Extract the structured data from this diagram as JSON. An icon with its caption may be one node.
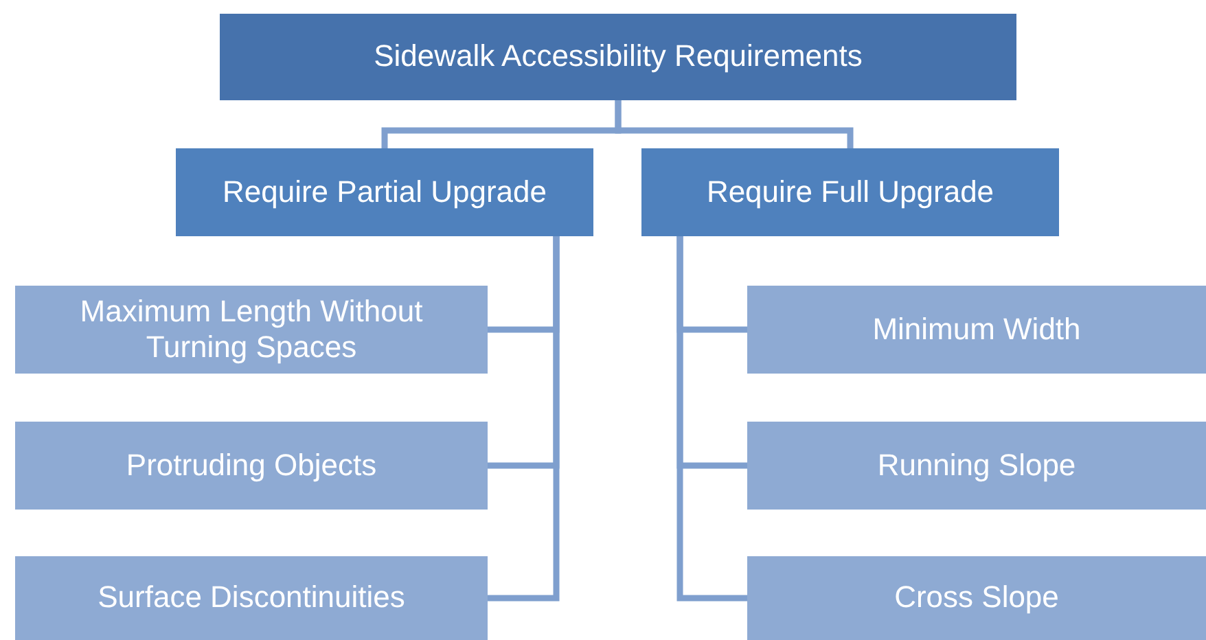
{
  "diagram": {
    "nodes": [
      {
        "text": [
          "Sidewalk Accessibility Requirements"
        ]
      },
      {
        "text": [
          "Require Partial Upgrade"
        ]
      },
      {
        "text": [
          "Require Full Upgrade"
        ]
      },
      {
        "text": [
          "Maximum Length Without Turning Spaces"
        ]
      },
      {
        "text": [
          "Protruding Objects"
        ]
      },
      {
        "text": [
          "Surface Discontinuities"
        ]
      },
      {
        "text": [
          "Minimum Width"
        ]
      },
      {
        "text": [
          "Running Slope"
        ]
      },
      {
        "text": [
          "Cross Slope"
        ]
      }
    ],
    "edges": [
      {
        "from": 0,
        "to": 1,
        "arrow": "none"
      },
      {
        "from": 0,
        "to": 2,
        "arrow": "none"
      },
      {
        "from": 1,
        "to": 3,
        "arrow": "none"
      },
      {
        "from": 1,
        "to": 4,
        "arrow": "none"
      },
      {
        "from": 1,
        "to": 5,
        "arrow": "none"
      },
      {
        "from": 2,
        "to": 6,
        "arrow": "none"
      },
      {
        "from": 2,
        "to": 7,
        "arrow": "none"
      },
      {
        "from": 2,
        "to": 8,
        "arrow": "none"
      }
    ]
  }
}
